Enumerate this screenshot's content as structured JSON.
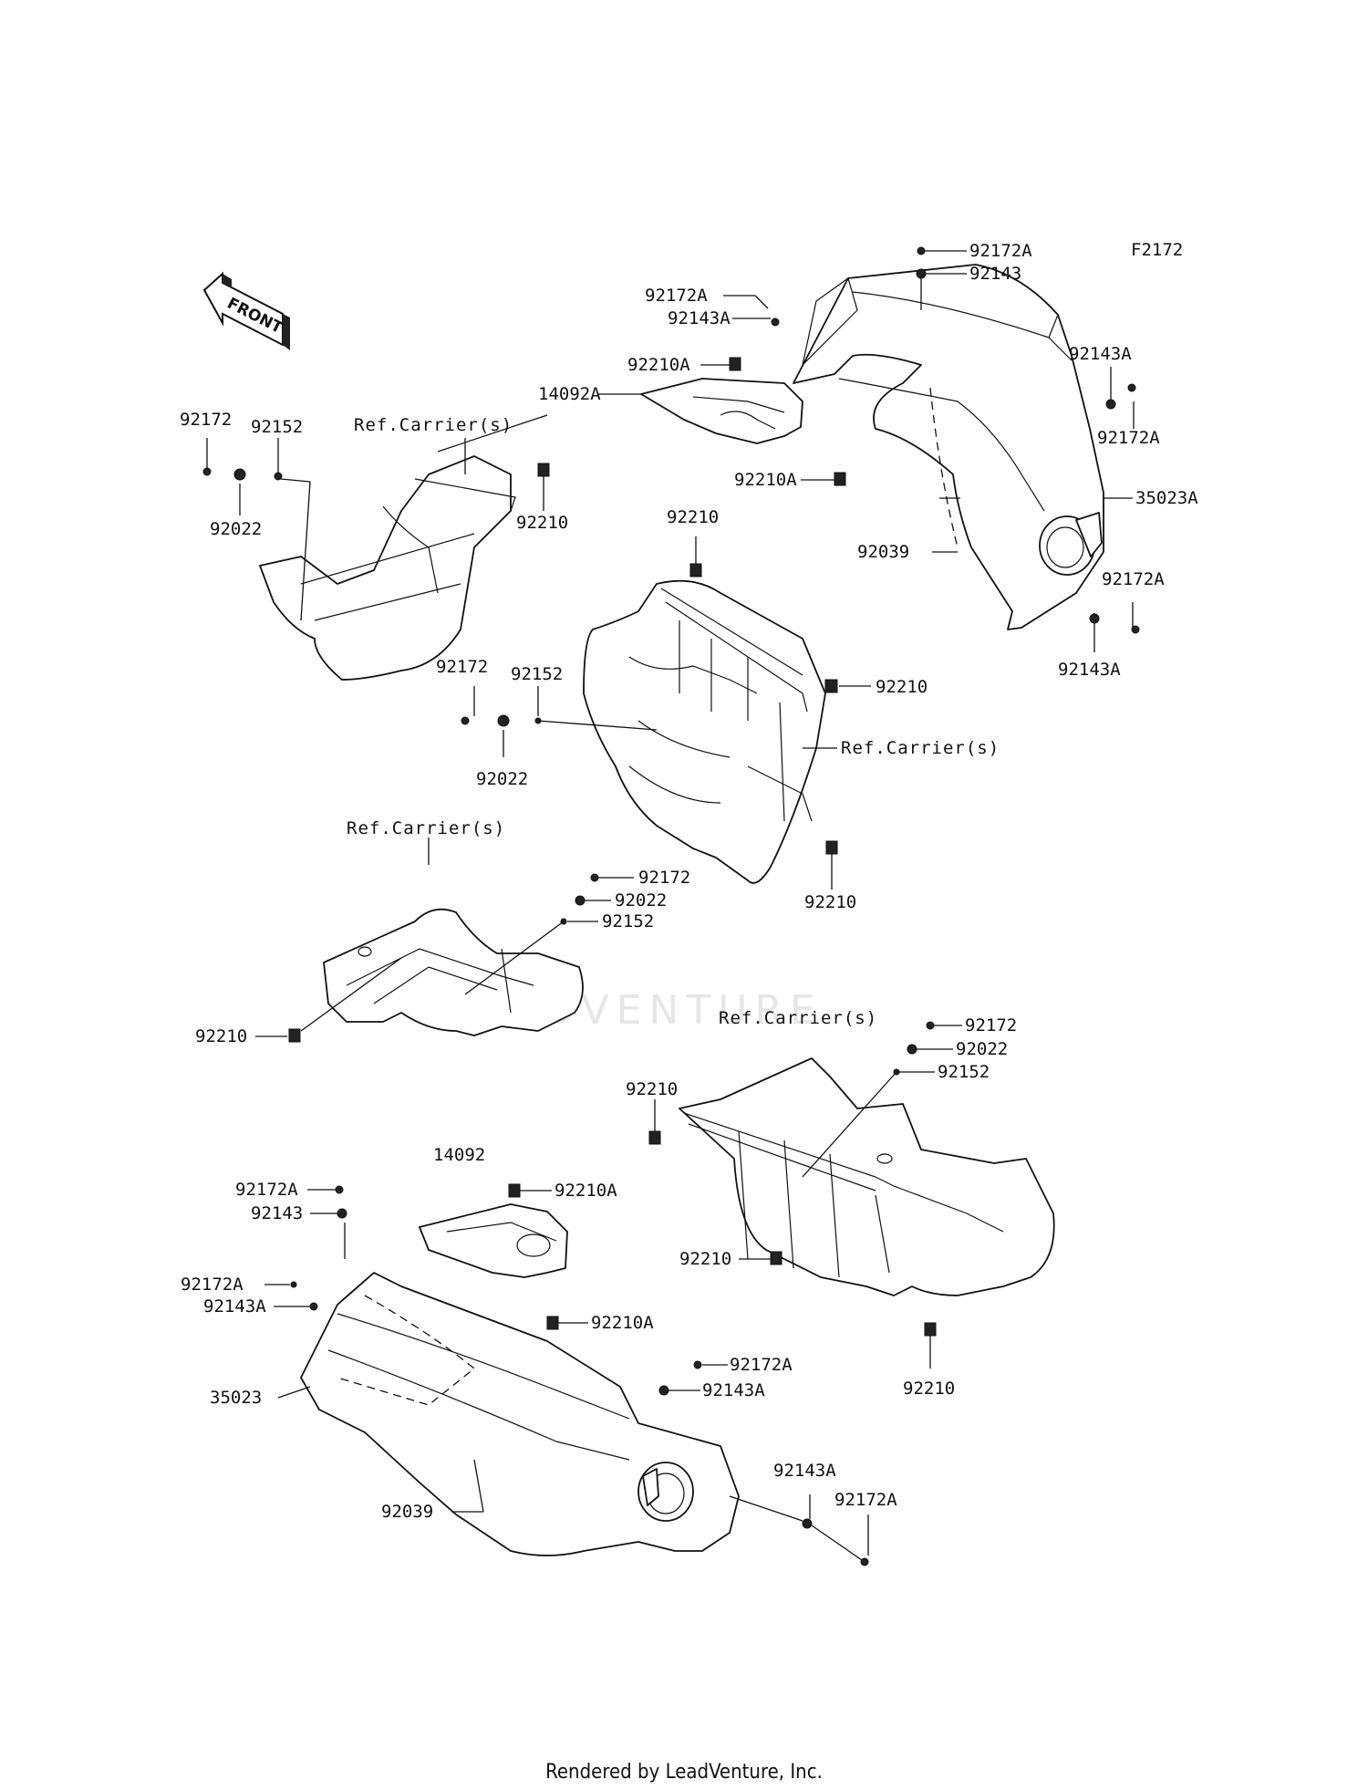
{
  "diagram_code": "F2172",
  "front_arrow_text": "FRONT",
  "watermark": "LEADVENTURE",
  "footer": "Rendered by LeadVenture, Inc.",
  "callouts": [
    {
      "id": "c1",
      "text": "92172A"
    },
    {
      "id": "c2",
      "text": "92143"
    },
    {
      "id": "c3",
      "text": "92172A"
    },
    {
      "id": "c4",
      "text": "92143A"
    },
    {
      "id": "c5",
      "text": "92210A"
    },
    {
      "id": "c6",
      "text": "14092A"
    },
    {
      "id": "c7",
      "text": "92143A"
    },
    {
      "id": "c8",
      "text": "92172A"
    },
    {
      "id": "c9",
      "text": "92210A"
    },
    {
      "id": "c10",
      "text": "35023A"
    },
    {
      "id": "c11",
      "text": "92039"
    },
    {
      "id": "c12",
      "text": "92172A"
    },
    {
      "id": "c13",
      "text": "92143A"
    },
    {
      "id": "c14",
      "text": "92172"
    },
    {
      "id": "c15",
      "text": "92152"
    },
    {
      "id": "c16",
      "text": "Ref.Carrier(s)"
    },
    {
      "id": "c17",
      "text": "92210"
    },
    {
      "id": "c18",
      "text": "92022"
    },
    {
      "id": "c19",
      "text": "92210"
    },
    {
      "id": "c20",
      "text": "92172"
    },
    {
      "id": "c21",
      "text": "92152"
    },
    {
      "id": "c22",
      "text": "92210"
    },
    {
      "id": "c23",
      "text": "Ref.Carrier(s)"
    },
    {
      "id": "c24",
      "text": "92022"
    },
    {
      "id": "c25",
      "text": "92210"
    },
    {
      "id": "c26",
      "text": "Ref.Carrier(s)"
    },
    {
      "id": "c27",
      "text": "92172"
    },
    {
      "id": "c28",
      "text": "92022"
    },
    {
      "id": "c29",
      "text": "92152"
    },
    {
      "id": "c30",
      "text": "92210"
    },
    {
      "id": "c31",
      "text": "Ref.Carrier(s)"
    },
    {
      "id": "c32",
      "text": "92172"
    },
    {
      "id": "c33",
      "text": "92022"
    },
    {
      "id": "c34",
      "text": "92152"
    },
    {
      "id": "c35",
      "text": "92210"
    },
    {
      "id": "c36",
      "text": "14092"
    },
    {
      "id": "c37",
      "text": "92172A"
    },
    {
      "id": "c38",
      "text": "92210A"
    },
    {
      "id": "c39",
      "text": "92143"
    },
    {
      "id": "c40",
      "text": "92210"
    },
    {
      "id": "c41",
      "text": "92172A"
    },
    {
      "id": "c42",
      "text": "92143A"
    },
    {
      "id": "c43",
      "text": "92210A"
    },
    {
      "id": "c44",
      "text": "92210"
    },
    {
      "id": "c45",
      "text": "35023"
    },
    {
      "id": "c46",
      "text": "92172A"
    },
    {
      "id": "c47",
      "text": "92143A"
    },
    {
      "id": "c48",
      "text": "92143A"
    },
    {
      "id": "c49",
      "text": "92172A"
    },
    {
      "id": "c50",
      "text": "92039"
    }
  ]
}
